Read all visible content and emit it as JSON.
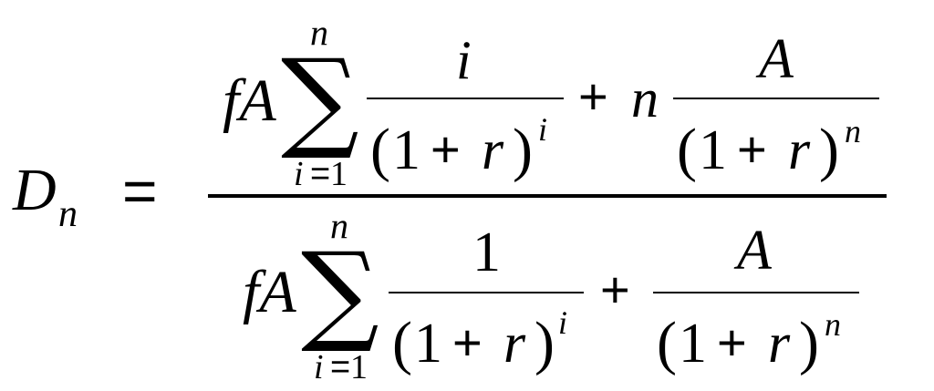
{
  "lhs": {
    "symbol": "D",
    "subscript": "n"
  },
  "equals": "=",
  "numerator": {
    "coef": "fA",
    "sum": {
      "symbol": "∑",
      "upper": "n",
      "lower_var": "i",
      "lower_eq": "=",
      "lower_val": "1"
    },
    "frac1": {
      "num": "i",
      "den_open": "(",
      "den_one": "1",
      "den_plus": "+",
      "den_r": "r",
      "den_close": ")",
      "den_exp": "i"
    },
    "plus": "+",
    "factor": "n",
    "frac2": {
      "num": "A",
      "den_open": "(",
      "den_one": "1",
      "den_plus": "+",
      "den_r": "r",
      "den_close": ")",
      "den_exp": "n"
    }
  },
  "denominator": {
    "coef": "fA",
    "sum": {
      "symbol": "∑",
      "upper": "n",
      "lower_var": "i",
      "lower_eq": "=",
      "lower_val": "1"
    },
    "frac1": {
      "num": "1",
      "den_open": "(",
      "den_one": "1",
      "den_plus": "+",
      "den_r": "r",
      "den_close": ")",
      "den_exp": "i"
    },
    "plus": "+",
    "frac2": {
      "num": "A",
      "den_open": "(",
      "den_one": "1",
      "den_plus": "+",
      "den_r": "r",
      "den_close": ")",
      "den_exp": "n"
    }
  }
}
